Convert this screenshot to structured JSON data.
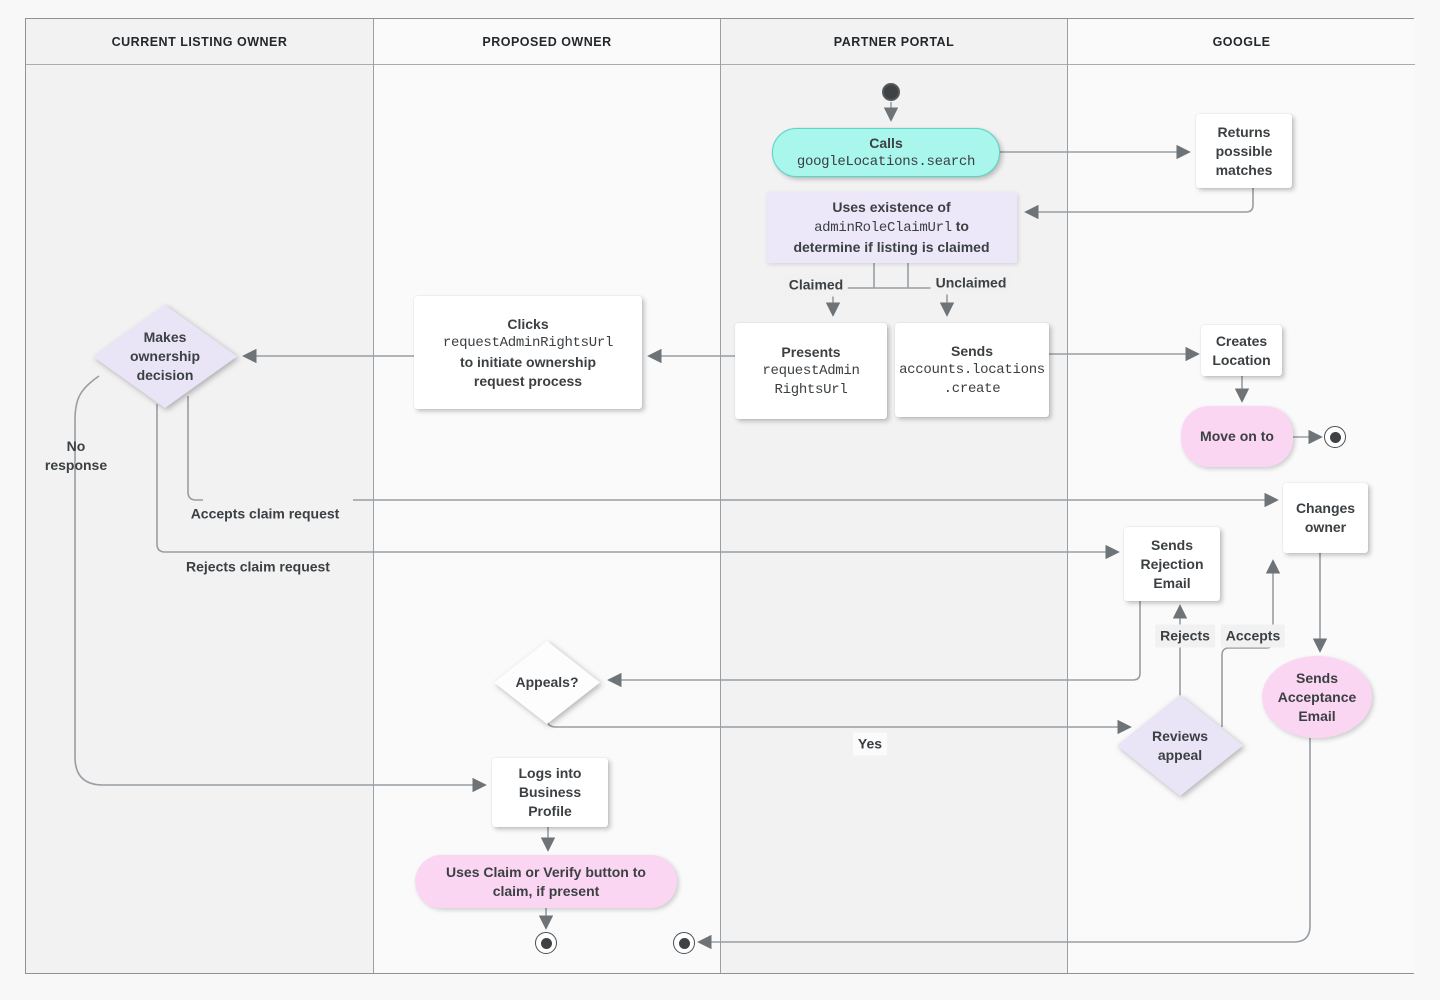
{
  "lanes": [
    {
      "label": "CURRENT LISTING OWNER"
    },
    {
      "label": "PROPOSED OWNER"
    },
    {
      "label": "PARTNER PORTAL"
    },
    {
      "label": "GOOGLE"
    }
  ],
  "colors": {
    "teal_node": "#a9f6ec",
    "lavender_node": "#ece8f9",
    "pink_node": "#fbd6f3",
    "line": "#989ea3",
    "arrowhead": "#6e7377",
    "text": "#3c4043"
  },
  "nodes": {
    "calls": {
      "title": "Calls",
      "code": "googleLocations.search"
    },
    "returns_matches": {
      "label": "Returns possible matches"
    },
    "uses_existence": {
      "line1": "Uses existence of",
      "code": "adminRoleClaimUrl",
      "line2_suffix": "to",
      "line3": "determine if listing is claimed"
    },
    "presents": {
      "title": "Presents",
      "code_line1": "requestAdmin",
      "code_line2": "RightsUrl"
    },
    "sends_create": {
      "title": "Sends",
      "code_line1": "accounts.locations",
      "code_line2": ".create"
    },
    "creates_location": {
      "label": "Creates Location"
    },
    "move_on": {
      "label": "Move on to"
    },
    "clicks": {
      "title": "Clicks",
      "code": "requestAdminRightsUrl",
      "line3": "to initiate ownership",
      "line4": "request process"
    },
    "makes_decision": {
      "label": "Makes ownership decision"
    },
    "sends_rejection": {
      "label": "Sends Rejection Email"
    },
    "changes_owner": {
      "label": "Changes owner"
    },
    "appeals": {
      "label": "Appeals?"
    },
    "reviews_appeal": {
      "label": "Reviews appeal"
    },
    "sends_acceptance": {
      "label": "Sends Acceptance Email"
    },
    "logs_into": {
      "label": "Logs into Business Profile"
    },
    "uses_claim": {
      "label": "Uses Claim or Verify button to claim, if present"
    }
  },
  "edge_labels": {
    "claimed": "Claimed",
    "unclaimed": "Unclaimed",
    "no_response": "No response",
    "accepts_claim": "Accepts claim request",
    "rejects_claim": "Rejects claim request",
    "rejects": "Rejects",
    "accepts": "Accepts",
    "yes": "Yes"
  }
}
